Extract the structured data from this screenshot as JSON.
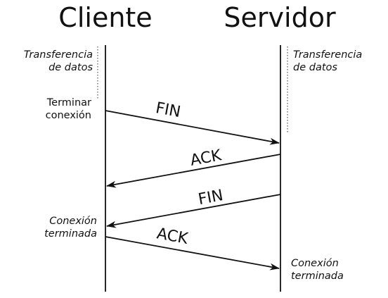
{
  "headers": {
    "client": "Cliente",
    "server": "Servidor"
  },
  "notes": {
    "client_transfer_line1": "Transferencia",
    "client_transfer_line2": "de datos",
    "server_transfer_line1": "Transferencia",
    "server_transfer_line2": "de datos",
    "terminate_line1": "Terminar",
    "terminate_line2": "conexión",
    "client_closed_line1": "Conexión",
    "client_closed_line2": "terminada",
    "server_closed_line1": "Conexión",
    "server_closed_line2": "terminada"
  },
  "messages": [
    {
      "label": "FIN",
      "direction": "client-to-server"
    },
    {
      "label": "ACK",
      "direction": "server-to-client"
    },
    {
      "label": "FIN",
      "direction": "server-to-client"
    },
    {
      "label": "ACK",
      "direction": "client-to-server"
    }
  ],
  "colors": {
    "line": "#111111",
    "text": "#111111",
    "background": "#ffffff"
  }
}
